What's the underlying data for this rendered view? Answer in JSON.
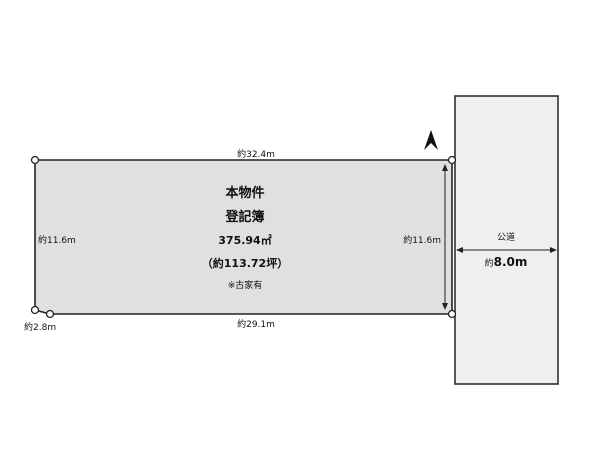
{
  "colors": {
    "lot_fill": "#e0e0e0",
    "road_fill": "#efefef",
    "line": "#222222",
    "background": "#ffffff"
  },
  "property": {
    "name": "本物件",
    "registry": "登記簿",
    "area_sqm": "375.94㎡",
    "area_tsubo": "（約113.72坪）",
    "note": "※古家有"
  },
  "dimensions": {
    "top": "約32.4m",
    "bottom": "約29.1m",
    "left": "約11.6m",
    "right": "約11.6m",
    "corner": "約2.8m"
  },
  "road": {
    "label": "公道",
    "width_prefix": "約",
    "width_value": "8.0m"
  },
  "north_arrow": {
    "icon": "north-arrow-icon"
  }
}
